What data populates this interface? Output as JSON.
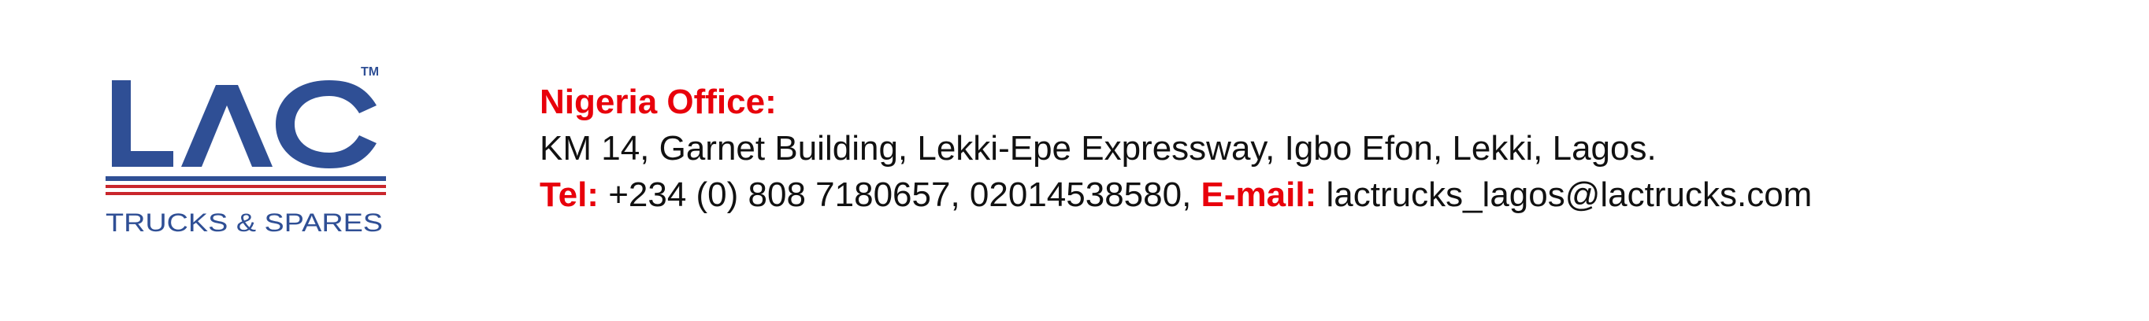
{
  "logo": {
    "letters": "LAC",
    "trademark": "TM",
    "tagline": "TRUCKS & SPARES",
    "brand_blue": "#2f4f95",
    "brand_red": "#c9262c"
  },
  "office": {
    "heading": "Nigeria Office:",
    "address": "KM 14, Garnet Building, Lekki-Epe Expressway, Igbo Efon, Lekki, Lagos.",
    "tel_label": "Tel:",
    "tel_value": " +234 (0) 808 7180657, 02014538580, ",
    "email_label": "E-mail:",
    "email_value": " lactrucks_lagos@lactrucks.com",
    "accent_color": "#e8000b"
  }
}
